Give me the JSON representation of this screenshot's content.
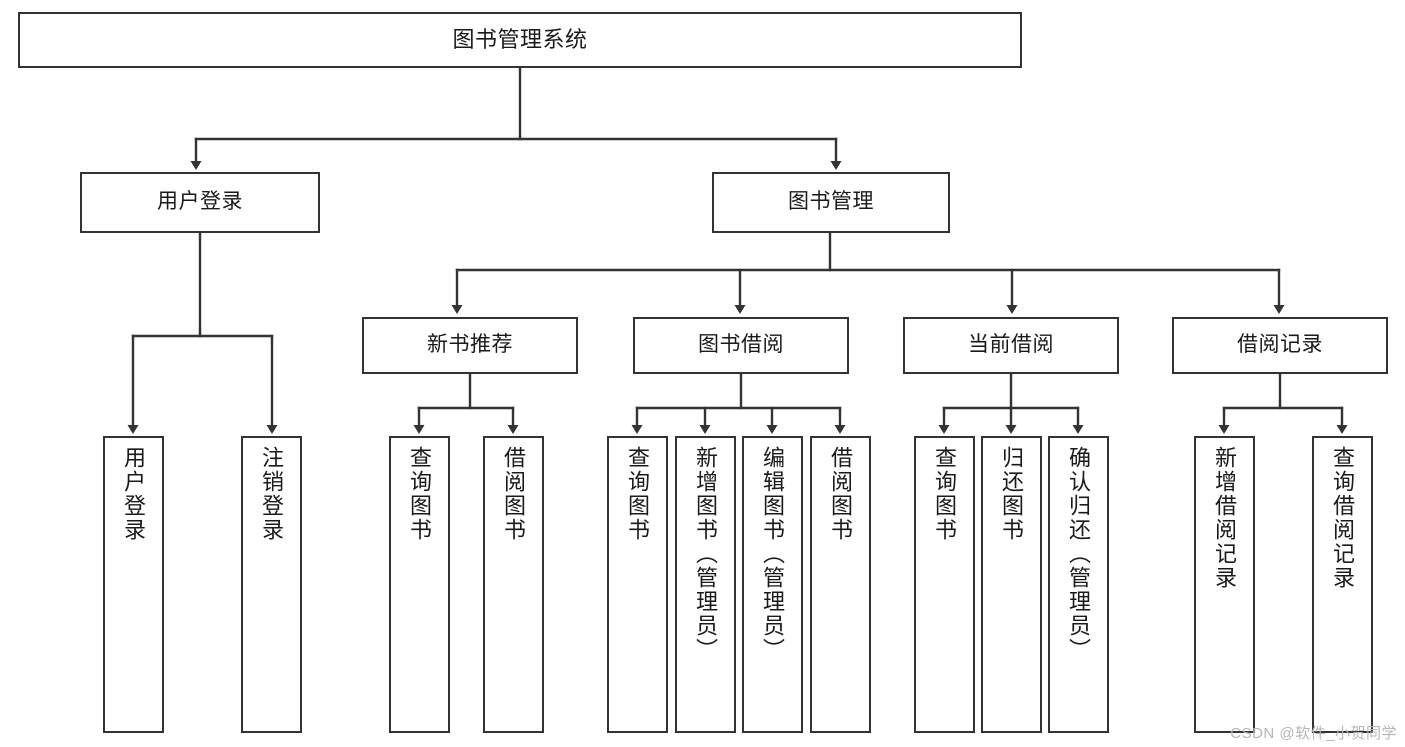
{
  "diagram": {
    "title": "图书管理系统",
    "type": "tree",
    "watermark": "CSDN @软件_小贺同学",
    "colors": {
      "stroke": "#333333",
      "fill": "#ffffff",
      "text": "#1a1a1a",
      "watermark": "#b6b6b6"
    },
    "root": {
      "label": "图书管理系统"
    },
    "level2": [
      {
        "label": "用户登录"
      },
      {
        "label": "图书管理"
      }
    ],
    "level3": [
      {
        "label": "新书推荐"
      },
      {
        "label": "图书借阅"
      },
      {
        "label": "当前借阅"
      },
      {
        "label": "借阅记录"
      }
    ],
    "leaves": {
      "user_login": [
        {
          "label": "用户登录"
        },
        {
          "label": "注销登录"
        }
      ],
      "new_book_recommend": [
        {
          "label": "查询图书"
        },
        {
          "label": "借阅图书"
        }
      ],
      "book_borrow": [
        {
          "label": "查询图书"
        },
        {
          "label": "新增图书（管理员）"
        },
        {
          "label": "编辑图书（管理员）"
        },
        {
          "label": "借阅图书"
        }
      ],
      "current_borrow": [
        {
          "label": "查询图书"
        },
        {
          "label": "归还图书"
        },
        {
          "label": "确认归还（管理员）"
        }
      ],
      "borrow_record": [
        {
          "label": "新增借阅记录"
        },
        {
          "label": "查询借阅记录"
        }
      ]
    }
  }
}
